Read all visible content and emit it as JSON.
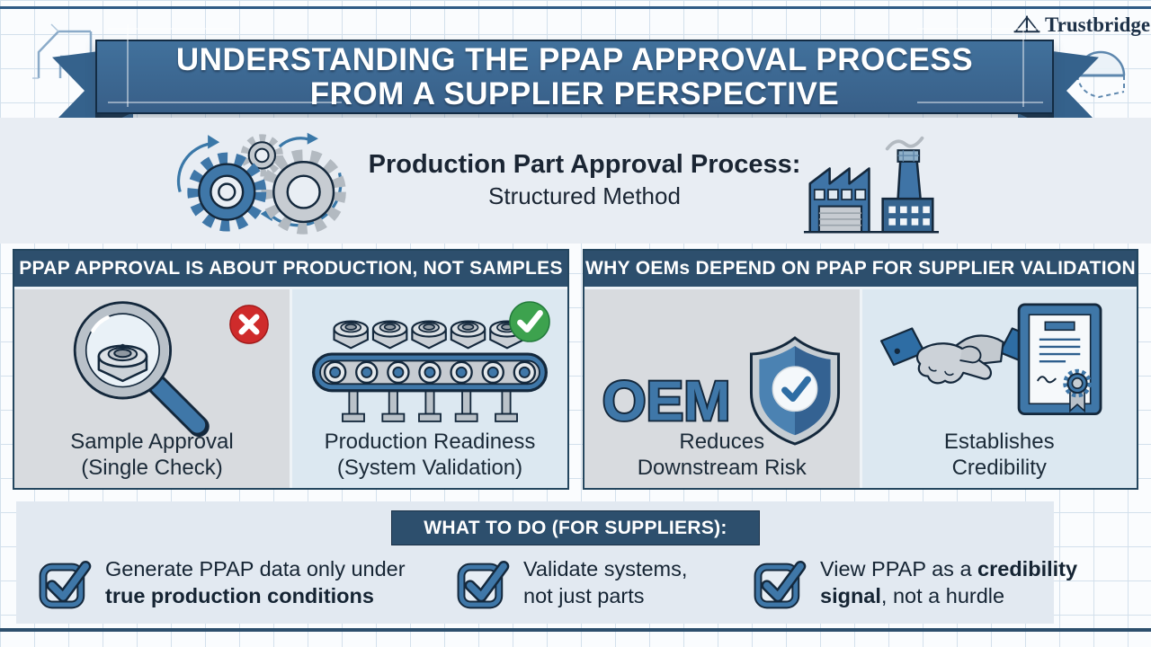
{
  "brand": {
    "name": "Trustbridge"
  },
  "ribbon_title": {
    "line1": "UNDERSTANDING THE PPAP APPROVAL PROCESS",
    "line2": "FROM A SUPPLIER PERSPECTIVE"
  },
  "intro": {
    "heading": "Production Part Approval Process:",
    "subheading": "Structured Method"
  },
  "panels": [
    {
      "header": "PPAP APPROVAL IS ABOUT PRODUCTION, NOT SAMPLES",
      "items": [
        {
          "icon": "magnifier-nut-icon",
          "badge": "cross-badge",
          "caption_line1": "Sample Approval",
          "caption_line2": "(Single Check)"
        },
        {
          "icon": "conveyor-icon",
          "badge": "check-badge",
          "caption_line1": "Production Readiness",
          "caption_line2": "(System Validation)"
        }
      ]
    },
    {
      "header": "WHY OEMs DEPEND ON PPAP FOR SUPPLIER VALIDATION",
      "items": [
        {
          "icon": "oem-shield-icon",
          "label": "OEM",
          "caption_line1": "Reduces",
          "caption_line2": "Downstream Risk"
        },
        {
          "icon": "handshake-certificate-icon",
          "caption_line1": "Establishes",
          "caption_line2": "Credibility"
        }
      ]
    }
  ],
  "actions": {
    "header": "WHAT TO DO (FOR SUPPLIERS):",
    "items": [
      {
        "lines": [
          [
            {
              "t": "Generate PPAP data only under",
              "b": false
            }
          ],
          [
            {
              "t": "true production conditions",
              "b": true
            }
          ]
        ]
      },
      {
        "lines": [
          [
            {
              "t": "Validate systems,",
              "b": false
            }
          ],
          [
            {
              "t": "not just parts",
              "b": false
            }
          ]
        ]
      },
      {
        "lines": [
          [
            {
              "t": "View PPAP as a ",
              "b": false
            },
            {
              "t": "credibility",
              "b": true
            }
          ],
          [
            {
              "t": "signal",
              "b": true
            },
            {
              "t": ", not a hurdle",
              "b": false
            }
          ]
        ]
      }
    ]
  },
  "colors": {
    "banner_blue": "#3d6b97",
    "banner_dark": "#132c44",
    "tail_blue": "#35628c",
    "header_navy": "#2d4f6d",
    "accent_blue": "#3f77a8",
    "deep_navy": "#14283c",
    "band_bg": "#e8edf3",
    "gray_half": "#d8dbdf",
    "blue_half": "#dce8f1",
    "bottom_bg": "#e2e9f1",
    "page_bg": "#fafcfe",
    "grid_line": "#d3e0ec",
    "text_dark": "#1a2533",
    "red": "#cf2b2b",
    "green": "#3da24e"
  }
}
